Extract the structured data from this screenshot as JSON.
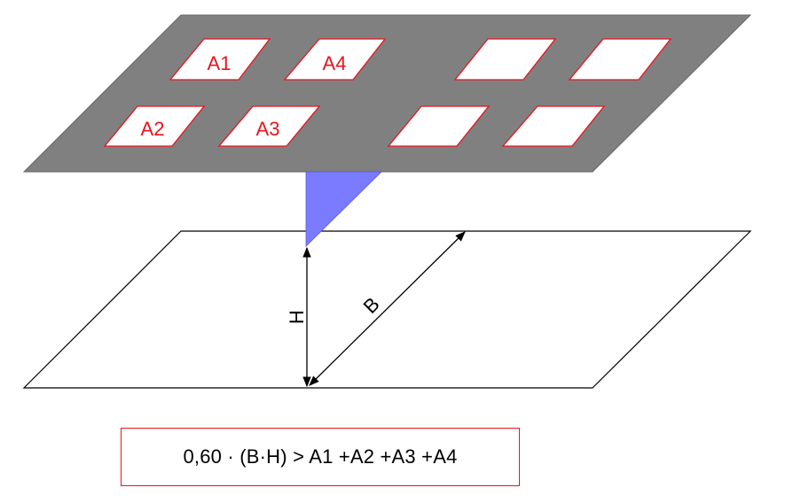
{
  "colors": {
    "slab": "#808080",
    "opening_fill": "#ffffff",
    "opening_stroke": "#e8141c",
    "label": "#e8141c",
    "triangle": "#7b7bff",
    "line": "#000000"
  },
  "openings": {
    "a1": "A1",
    "a4": "A4",
    "a2": "A2",
    "a3": "A3"
  },
  "dimensions": {
    "height": "H",
    "width": "B"
  },
  "formula": "0,60 · (B·H) > A1 +A2 +A3 +A4"
}
